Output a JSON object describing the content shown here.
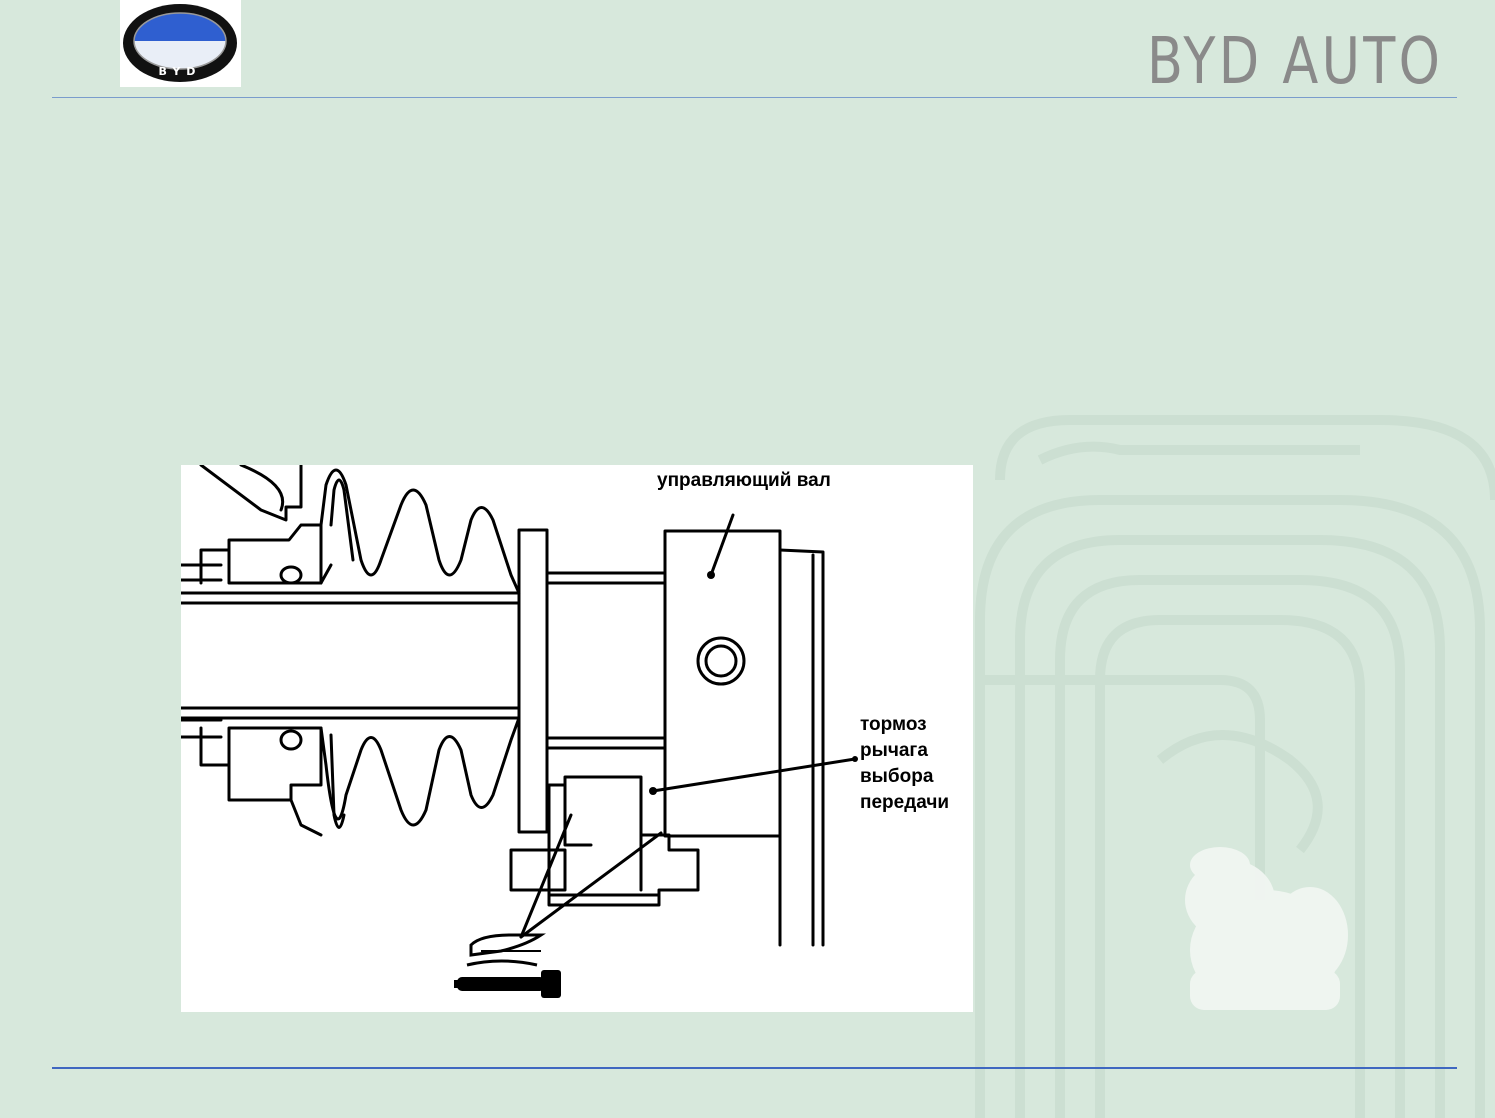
{
  "header": {
    "brand_name": "BYD AUTO",
    "logo_text": "BYD"
  },
  "figure": {
    "labels": {
      "control_shaft": "управляющий вал",
      "brake_line1": "тормоз",
      "brake_line2": "рычага",
      "brake_line3": "выбора",
      "brake_line4": "передачи"
    }
  },
  "colors": {
    "background": "#d7e8dc",
    "rule_top": "#7a9ccc",
    "rule_bottom": "#3f67c0",
    "brand_text": "#8a8a8a",
    "logo_blue": "#2f5fd0"
  }
}
